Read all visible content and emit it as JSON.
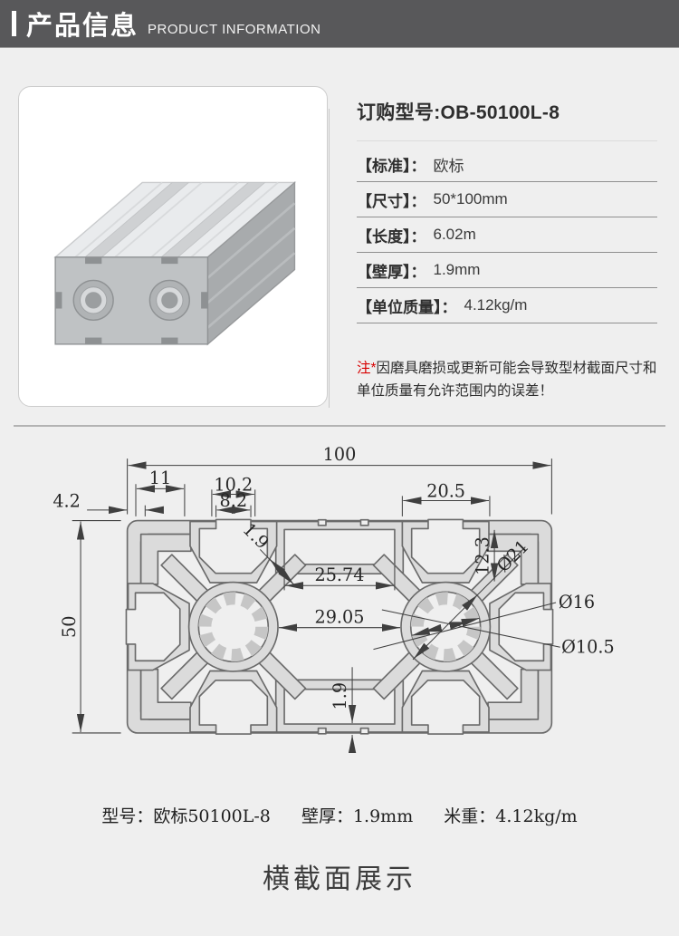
{
  "header": {
    "title_zh": "产品信息",
    "title_en": "PRODUCT INFORMATION"
  },
  "product": {
    "order_title": "订购型号:OB-50100L-8",
    "specs": [
      {
        "label": "【标准】：",
        "value": "欧标"
      },
      {
        "label": "【尺寸】：",
        "value": "50*100mm"
      },
      {
        "label": "【长度】：",
        "value": "6.02m"
      },
      {
        "label": "【壁厚】：",
        "value": "1.9mm"
      },
      {
        "label": "【单位质量】：",
        "value": "4.12kg/m"
      }
    ],
    "note_prefix": "注*",
    "note_text": "因磨具磨损或更新可能会导致型材截面尺寸和单位质量有允许范围内的误差！"
  },
  "drawing": {
    "dims": {
      "width_total": "100",
      "d11": "11",
      "d10_2": "10.2",
      "d8_2": "8.2",
      "d4_2": "4.2",
      "d20_5": "20.5",
      "d12_3": "12.3",
      "d1_9_top": "1.9",
      "d25_74": "25.74",
      "d29_05": "29.05",
      "dia21": "Ø21",
      "dia16": "Ø16",
      "dia10_5": "Ø10.5",
      "height_total": "50",
      "d1_9_bottom": "1.9"
    },
    "caption": {
      "model_label": "型号：",
      "model_value": "欧标50100L-8",
      "wall_label": "壁厚：",
      "wall_value": "1.9mm",
      "weight_label": "米重：",
      "weight_value": "4.12kg/m"
    }
  },
  "footer": {
    "section_title": "横截面展示"
  },
  "colors": {
    "header_bg": "#58585a",
    "page_bg": "#efefef",
    "note_red": "#d70000",
    "profile_fill": "#dbdbdb",
    "profile_stroke": "#6a6a6a"
  }
}
